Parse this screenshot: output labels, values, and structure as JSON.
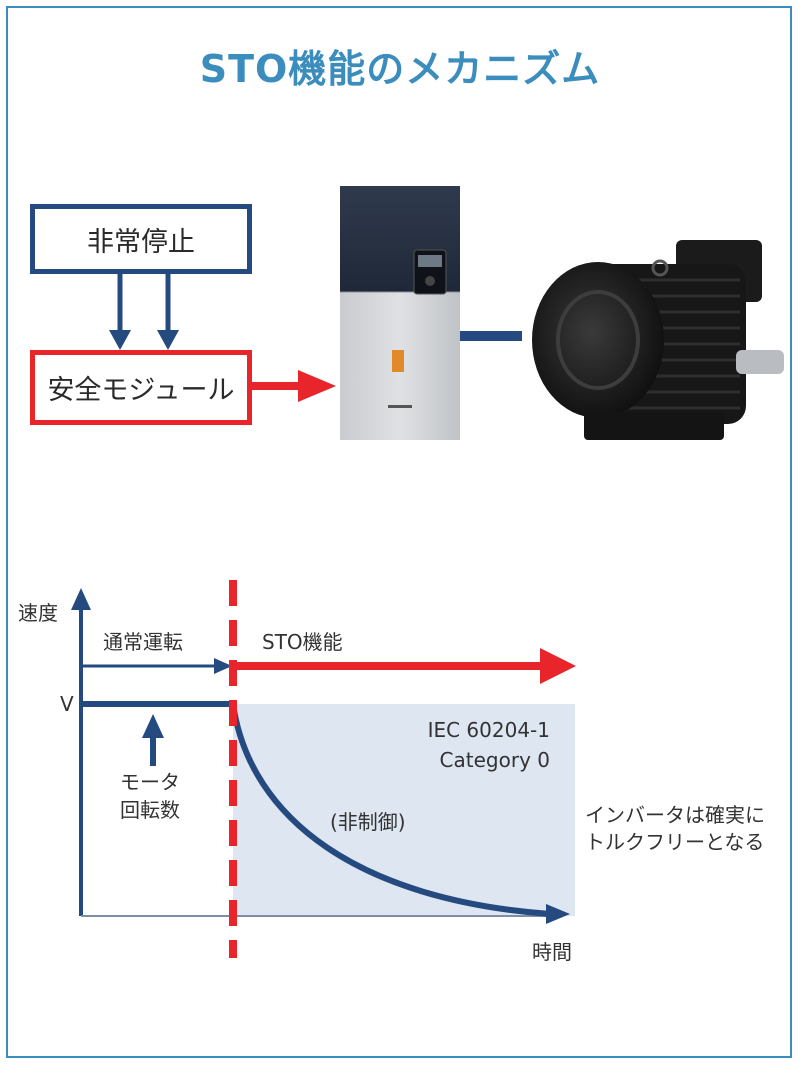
{
  "title": "STO機能のメカニズム",
  "diagram": {
    "emergency_stop": "非常停止",
    "safety_module": "安全モジュール"
  },
  "graph": {
    "y_axis_label": "速度",
    "x_axis_label": "時間",
    "normal_operation": "通常運転",
    "sto_function": "STO機能",
    "v_label": "V",
    "motor_rotation_line1": "モータ",
    "motor_rotation_line2": "回転数",
    "standard_line1": "IEC 60204-1",
    "standard_line2": "Category 0",
    "uncontrolled": "(非制御)",
    "note_line1": "インバータは確実に",
    "note_line2": "トルクフリーとなる"
  },
  "colors": {
    "accent_blue": "#3b8dbd",
    "navy": "#254a80",
    "red": "#e8252b",
    "shade": "#dde6f1"
  }
}
